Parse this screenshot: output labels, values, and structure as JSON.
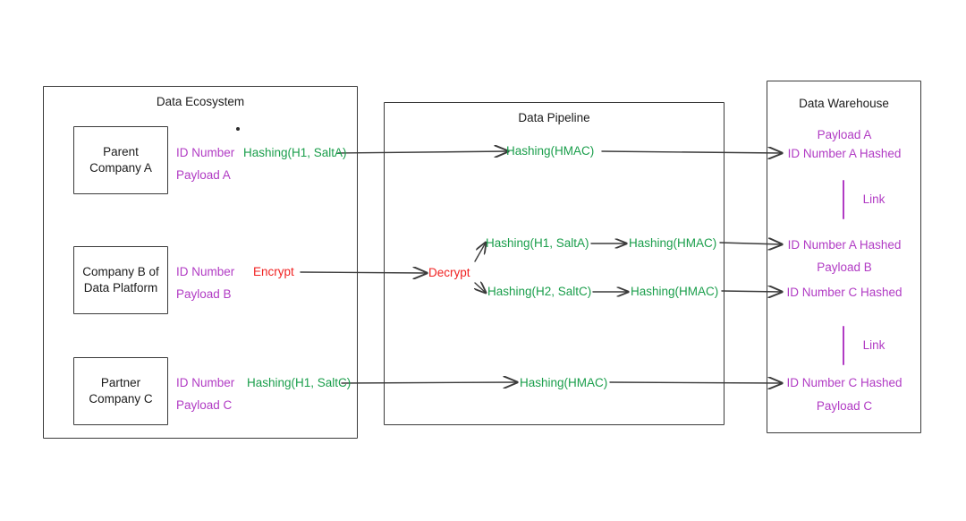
{
  "diagram": {
    "title": "Data privacy hashing and linkage pipeline",
    "colors": {
      "purple": "#b13bc4",
      "green": "#1a9e4b",
      "red": "#f02222",
      "stroke": "#3a3a3a",
      "text": "#1b1b1b",
      "background": "#ffffff"
    }
  },
  "groups": {
    "ecosystem": {
      "title": "Data Ecosystem"
    },
    "pipeline": {
      "title": "Data Pipeline"
    },
    "warehouse": {
      "title": "Data Warehouse"
    }
  },
  "entities": [
    {
      "name": "parent-company-a",
      "line1": "Parent",
      "line2": "Company A"
    },
    {
      "name": "company-b",
      "line1": "Company B of",
      "line2": "Data Platform"
    },
    {
      "name": "partner-company-c",
      "line1": "Partner",
      "line2": "Company C"
    }
  ],
  "ecosystem_labels": {
    "row_a": {
      "id_number": "ID Number",
      "payload": "Payload A",
      "transform": "Hashing(H1, SaltA)"
    },
    "row_b": {
      "id_number": "ID Number",
      "payload": "Payload B",
      "transform": "Encrypt"
    },
    "row_c": {
      "id_number": "ID Number",
      "payload": "Payload C",
      "transform": "Hashing(H1, SaltC)"
    }
  },
  "pipeline_labels": {
    "top_hmac": "Hashing(HMAC)",
    "decrypt": "Decrypt",
    "branch_upper_hash": "Hashing(H1, SaltA)",
    "branch_upper_hmac": "Hashing(HMAC)",
    "branch_lower_hash": "Hashing(H2, SaltC)",
    "branch_lower_hmac": "Hashing(HMAC)",
    "bottom_hmac": "Hashing(HMAC)"
  },
  "warehouse_labels": {
    "payload_a": "Payload A",
    "id_a_hashed_top": "ID Number A Hashed",
    "link_top": "Link",
    "id_a_hashed_mid": "ID Number A Hashed",
    "payload_b": "Payload B",
    "id_c_hashed_mid": "ID Number C Hashed",
    "link_bottom": "Link",
    "id_c_hashed_bottom": "ID Number C Hashed",
    "payload_c": "Payload C"
  }
}
